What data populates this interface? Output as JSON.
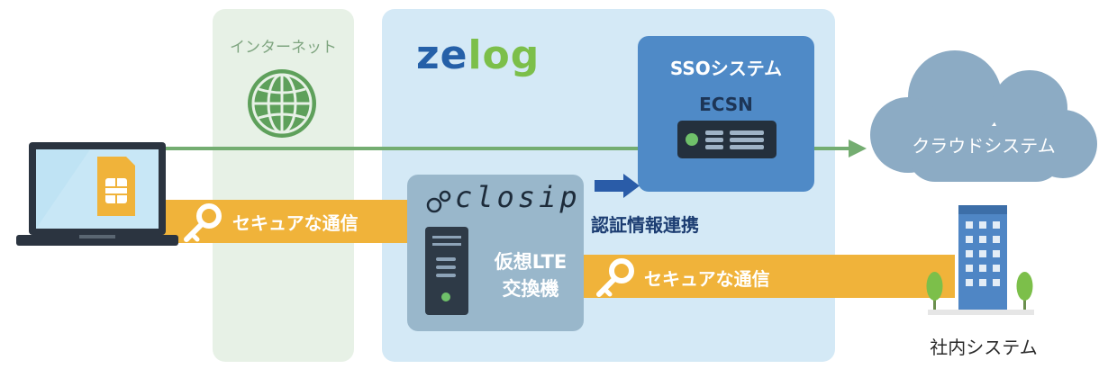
{
  "zones": {
    "internet": {
      "label": "インターネット"
    },
    "zelog": {
      "logo_prefix": "ze",
      "logo_suffix": "log"
    }
  },
  "sso": {
    "title": "SSOシステム",
    "server_label": "ECSN"
  },
  "closip": {
    "logo": "closip",
    "device_label": "仮想LTE\n交換機"
  },
  "flows": {
    "secure_left": "セキュアな通信",
    "secure_right": "セキュアな通信",
    "auth_link": "認証情報連携"
  },
  "cloud": {
    "label": "クラウドシステム"
  },
  "office": {
    "label": "社内システム"
  },
  "colors": {
    "internet_bg": "#e7f1e6",
    "zelog_bg": "#d4e9f6",
    "secure_band": "#f0b33a",
    "internet_line": "#74ad71",
    "sso_box": "#4f8ac7",
    "closip_box": "#99b7cb",
    "cloud": "#8cabc4",
    "logo_ze": "#2560a8",
    "logo_log": "#7cbf4a"
  },
  "icons": [
    "globe-icon",
    "laptop-icon",
    "sim-card-icon",
    "key-icon",
    "server-icon",
    "cloud-icon",
    "building-icon",
    "tree-icon",
    "arrow-right-icon"
  ]
}
